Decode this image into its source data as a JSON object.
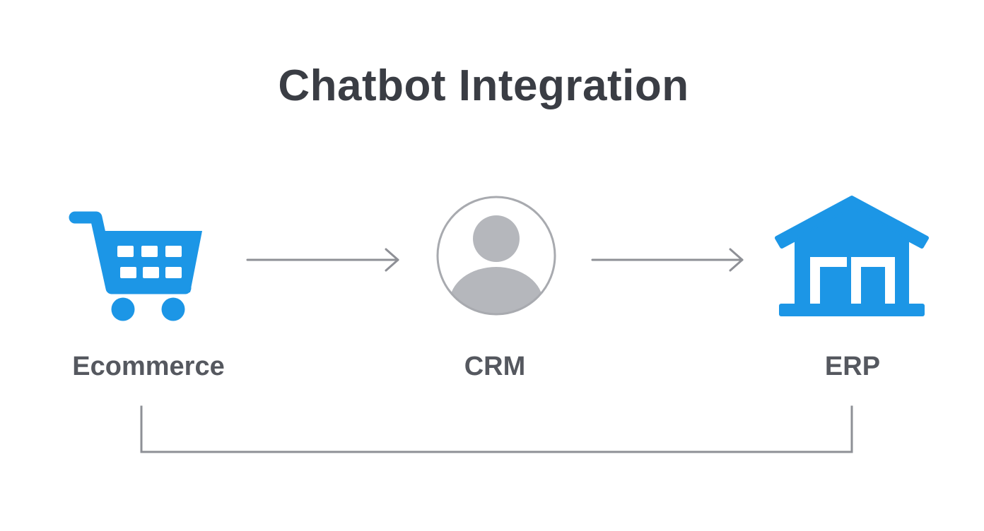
{
  "title": "Chatbot Integration",
  "nodes": [
    {
      "id": "ecommerce",
      "label": "Ecommerce",
      "icon": "shopping-cart-icon"
    },
    {
      "id": "crm",
      "label": "CRM",
      "icon": "user-avatar-icon"
    },
    {
      "id": "erp",
      "label": "ERP",
      "icon": "warehouse-icon"
    }
  ],
  "colors": {
    "accent": "#1c96e6",
    "title": "#3a3d44",
    "label": "#55585f",
    "connector": "#8e9096",
    "avatar": "#b5b7bc",
    "avatar_ring": "#a8aaaf"
  }
}
